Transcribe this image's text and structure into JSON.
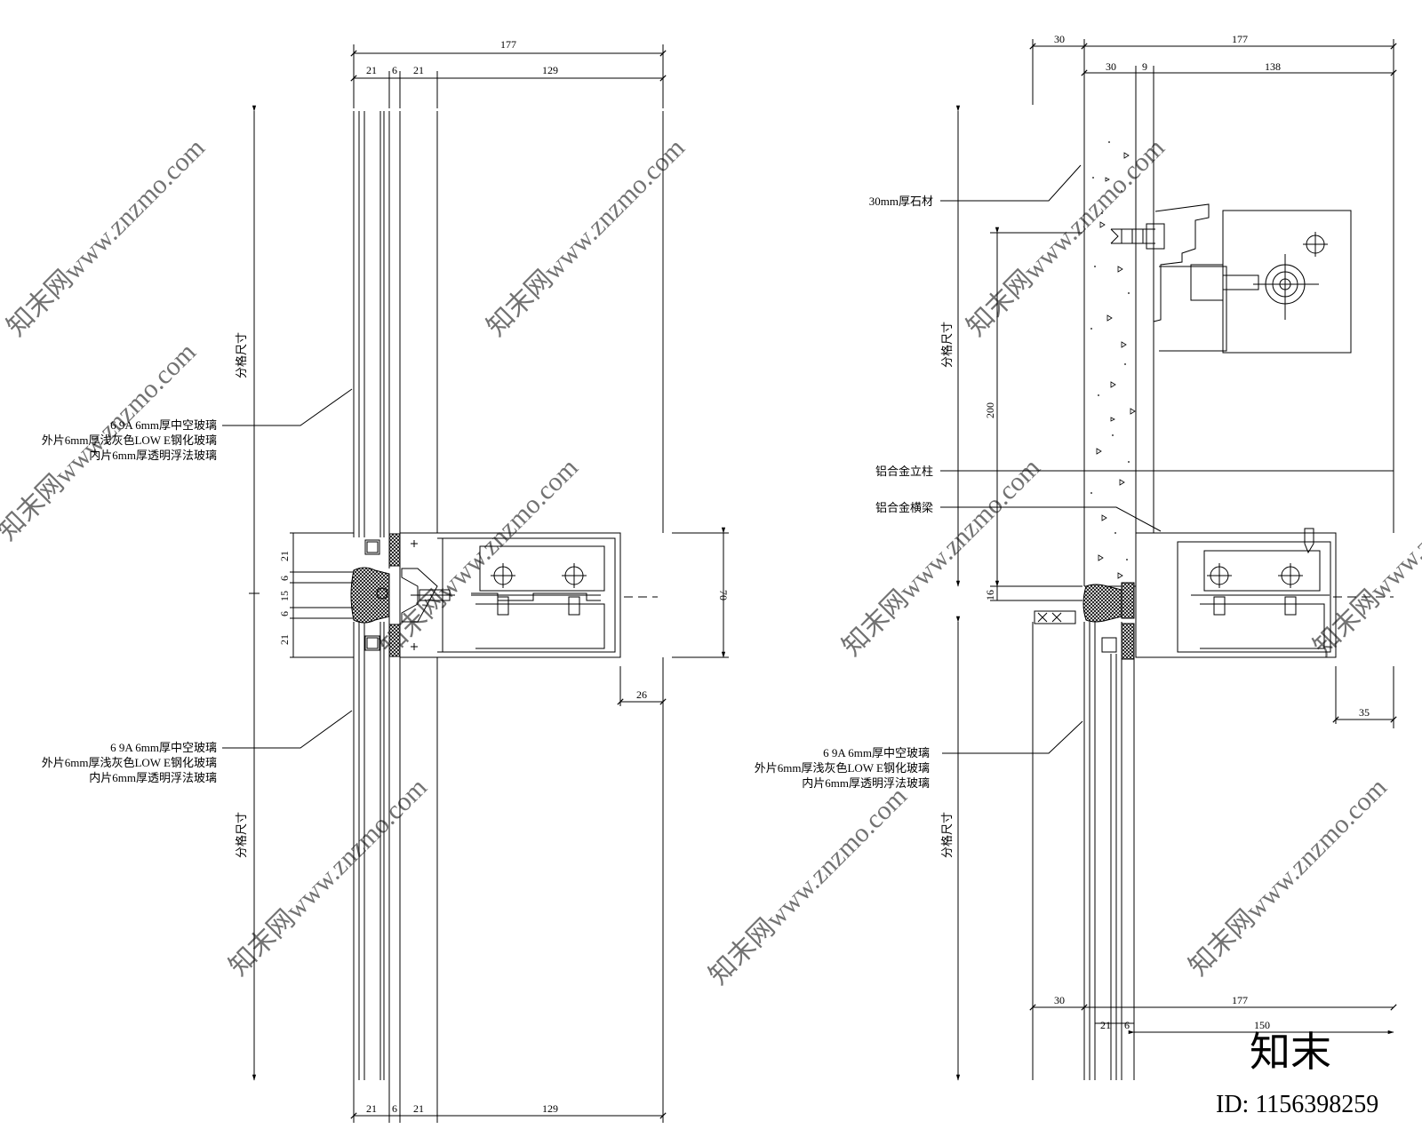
{
  "left_detail": {
    "dims_top": {
      "total": "177",
      "a": "21",
      "b": "6",
      "c": "21",
      "d": "129"
    },
    "dims_bottom": {
      "a": "21",
      "b": "6",
      "c": "21",
      "d": "129"
    },
    "dims_side": {
      "d1": "21",
      "d2": "6",
      "d3": "15",
      "d4": "6",
      "d5": "21"
    },
    "dims_right": {
      "height": "70",
      "offset": "26"
    },
    "vertical_labels": {
      "upper": "分格尺寸",
      "lower": "分格尺寸"
    },
    "glass_note_upper": [
      "6 9A 6mm厚中空玻璃",
      "外片6mm厚浅灰色LOW E钢化玻璃",
      "内片6mm厚透明浮法玻璃"
    ],
    "glass_note_lower": [
      "6 9A 6mm厚中空玻璃",
      "外片6mm厚浅灰色LOW E钢化玻璃",
      "内片6mm厚透明浮法玻璃"
    ]
  },
  "right_detail": {
    "dims_top": {
      "stone": "30",
      "total": "177",
      "a": "30",
      "b": "9",
      "c": "138"
    },
    "dims_bottom": {
      "stone": "30",
      "total": "177",
      "width": "150",
      "a": "21",
      "b": "6"
    },
    "dims_side": {
      "height": "200",
      "joint": "16"
    },
    "dims_right": {
      "offset": "35"
    },
    "vertical_labels": {
      "upper": "分格尺寸",
      "lower": "分格尺寸"
    },
    "labels": {
      "stone": "30mm厚石材",
      "mullion": "铝合金立柱",
      "transom": "铝合金横梁"
    },
    "glass_note": [
      "6 9A 6mm厚中空玻璃",
      "外片6mm厚浅灰色LOW E钢化玻璃",
      "内片6mm厚透明浮法玻璃"
    ]
  },
  "watermark": {
    "text": "知末网www.znzmo.com",
    "brand": "知末",
    "id": "ID: 1156398259"
  }
}
